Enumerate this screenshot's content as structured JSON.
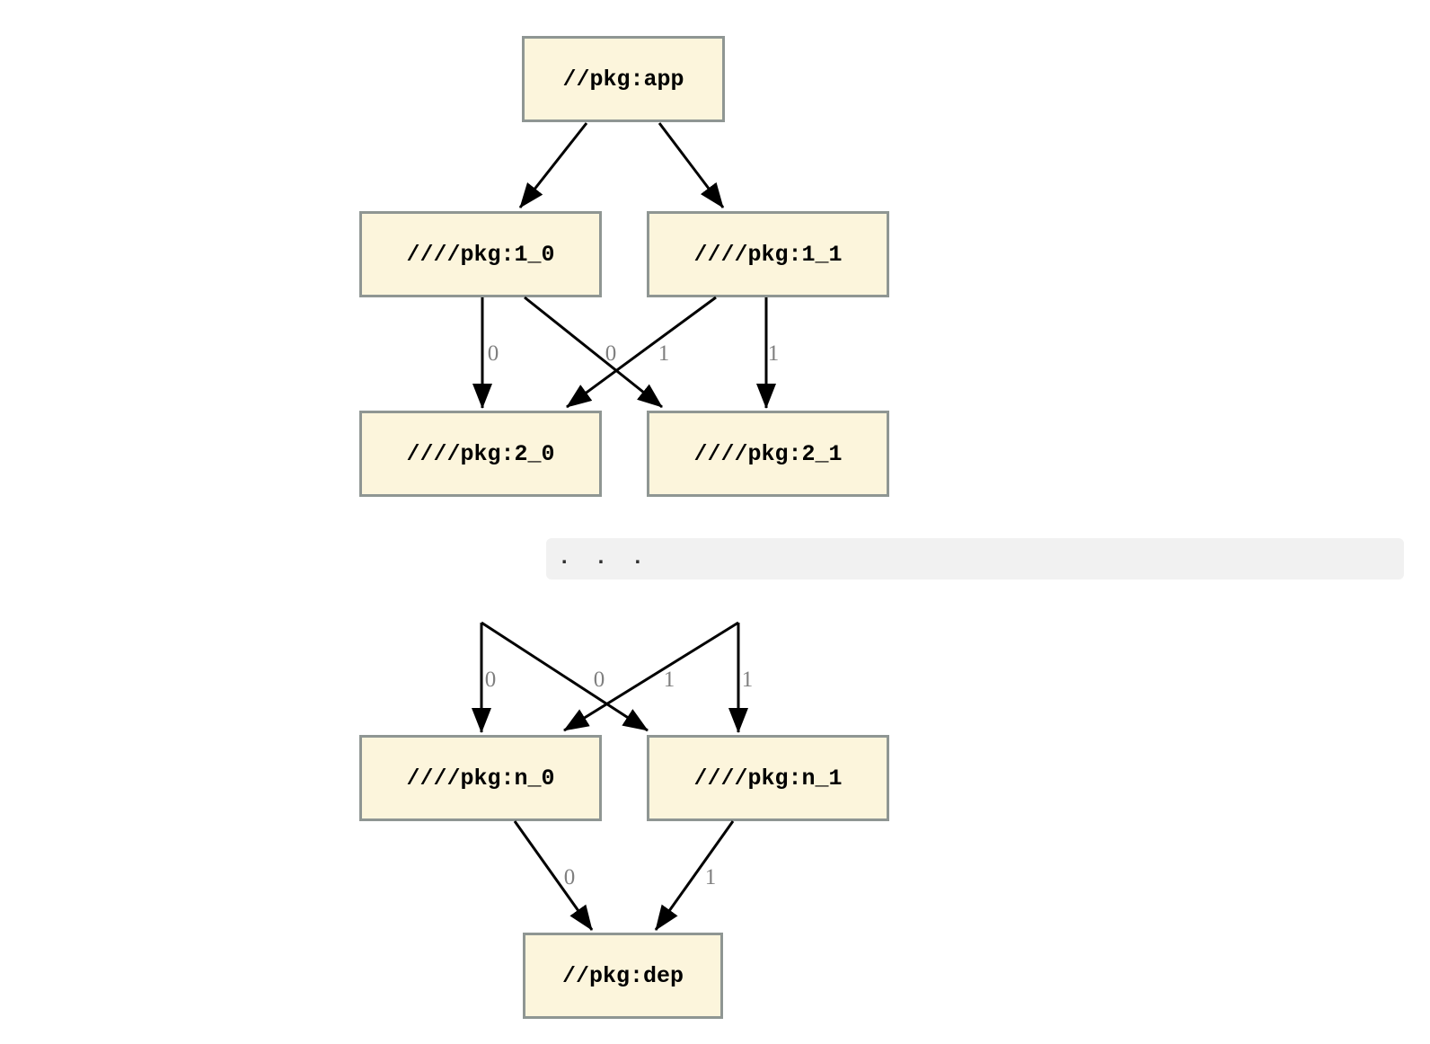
{
  "page": {
    "background": "#FFFFFF"
  },
  "diagram": {
    "type": "dependency-graph",
    "description_visible_only": true,
    "nodes": [
      {
        "id": "app",
        "label": "//pkg:app"
      },
      {
        "id": "1_0",
        "label": "////pkg:1_0"
      },
      {
        "id": "1_1",
        "label": "////pkg:1_1"
      },
      {
        "id": "2_0",
        "label": "////pkg:2_0"
      },
      {
        "id": "2_1",
        "label": "////pkg:2_1"
      },
      {
        "id": "n_0",
        "label": "////pkg:n_0"
      },
      {
        "id": "n_1",
        "label": "////pkg:n_1"
      },
      {
        "id": "dep",
        "label": "//pkg:dep"
      }
    ],
    "edges": [
      {
        "from": "app",
        "to": "1_0",
        "label": ""
      },
      {
        "from": "app",
        "to": "1_1",
        "label": ""
      },
      {
        "from": "1_0",
        "to": "2_0",
        "label": "0"
      },
      {
        "from": "1_1",
        "to": "2_0",
        "label": "0"
      },
      {
        "from": "1_0",
        "to": "2_1",
        "label": "1"
      },
      {
        "from": "1_1",
        "to": "2_1",
        "label": "1"
      },
      {
        "from": "elided",
        "to": "n_0",
        "label": "0"
      },
      {
        "from": "elided",
        "to": "n_0",
        "label": "0"
      },
      {
        "from": "elided",
        "to": "n_1",
        "label": "1"
      },
      {
        "from": "elided",
        "to": "n_1",
        "label": "1"
      },
      {
        "from": "n_0",
        "to": "dep",
        "label": "0"
      },
      {
        "from": "n_1",
        "to": "dep",
        "label": "1"
      }
    ],
    "ellipsis_text": ". . .",
    "colors": {
      "node_fill": "#FCF5DC",
      "node_border": "#8F9693",
      "node_text": "#000000",
      "edge": "#000000",
      "edge_label": "#7F7F7F",
      "ellipsis_band": "#F1F1F1",
      "ellipsis_text": "#303030"
    }
  }
}
